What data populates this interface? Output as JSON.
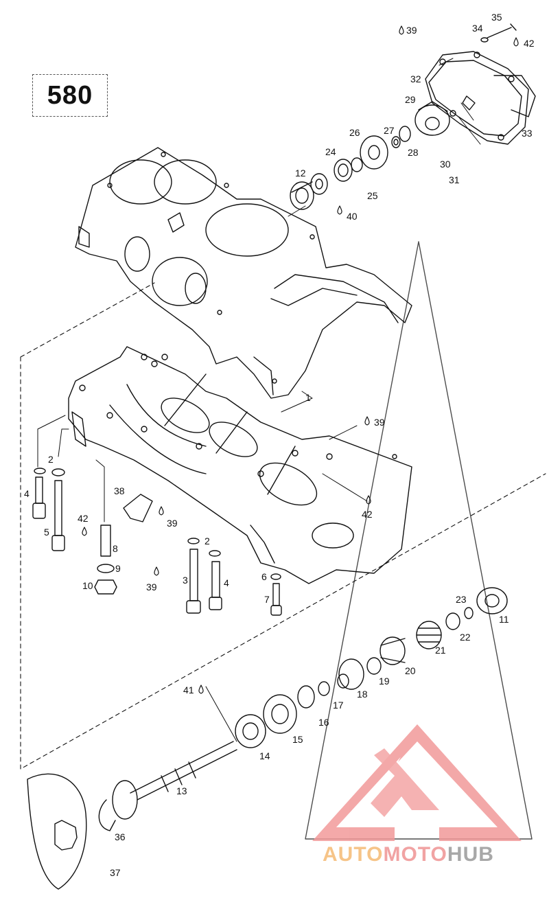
{
  "model_number": "580",
  "callouts": [
    {
      "id": "c35",
      "text": "35"
    },
    {
      "id": "c34",
      "text": "34"
    },
    {
      "id": "c39a",
      "text": "39"
    },
    {
      "id": "c42a",
      "text": "42"
    },
    {
      "id": "c32",
      "text": "32"
    },
    {
      "id": "c29",
      "text": "29"
    },
    {
      "id": "c33",
      "text": "33"
    },
    {
      "id": "c26",
      "text": "26"
    },
    {
      "id": "c27",
      "text": "27"
    },
    {
      "id": "c28",
      "text": "28"
    },
    {
      "id": "c30",
      "text": "30"
    },
    {
      "id": "c31",
      "text": "31"
    },
    {
      "id": "c24",
      "text": "24"
    },
    {
      "id": "c12",
      "text": "12"
    },
    {
      "id": "c25",
      "text": "25"
    },
    {
      "id": "c40",
      "text": "40"
    },
    {
      "id": "c1",
      "text": "1"
    },
    {
      "id": "c39b",
      "text": "39"
    },
    {
      "id": "c2a",
      "text": "2"
    },
    {
      "id": "c4a",
      "text": "4"
    },
    {
      "id": "c5",
      "text": "5"
    },
    {
      "id": "c38",
      "text": "38"
    },
    {
      "id": "c39c",
      "text": "39"
    },
    {
      "id": "c42b",
      "text": "42"
    },
    {
      "id": "c42c",
      "text": "42"
    },
    {
      "id": "c8",
      "text": "8"
    },
    {
      "id": "c9",
      "text": "9"
    },
    {
      "id": "c10",
      "text": "10"
    },
    {
      "id": "c2b",
      "text": "2"
    },
    {
      "id": "c3",
      "text": "3"
    },
    {
      "id": "c39d",
      "text": "39"
    },
    {
      "id": "c4b",
      "text": "4"
    },
    {
      "id": "c6",
      "text": "6"
    },
    {
      "id": "c7",
      "text": "7"
    },
    {
      "id": "c23",
      "text": "23"
    },
    {
      "id": "c22",
      "text": "22"
    },
    {
      "id": "c11",
      "text": "11"
    },
    {
      "id": "c21",
      "text": "21"
    },
    {
      "id": "c20",
      "text": "20"
    },
    {
      "id": "c19",
      "text": "19"
    },
    {
      "id": "c18",
      "text": "18"
    },
    {
      "id": "c17",
      "text": "17"
    },
    {
      "id": "c16",
      "text": "16"
    },
    {
      "id": "c15",
      "text": "15"
    },
    {
      "id": "c14",
      "text": "14"
    },
    {
      "id": "c41",
      "text": "41"
    },
    {
      "id": "c13",
      "text": "13"
    },
    {
      "id": "c36",
      "text": "36"
    },
    {
      "id": "c37",
      "text": "37"
    }
  ],
  "watermark": {
    "part1": "AUTO",
    "part2": "MOTO",
    "part3": "HUB"
  },
  "colors": {
    "line": "#111111",
    "watermark_red": "#f08080",
    "watermark_orange": "#f6b870",
    "watermark_gray": "#9a9a9a"
  },
  "icons": [
    "drop-icon",
    "watermark-logo"
  ]
}
